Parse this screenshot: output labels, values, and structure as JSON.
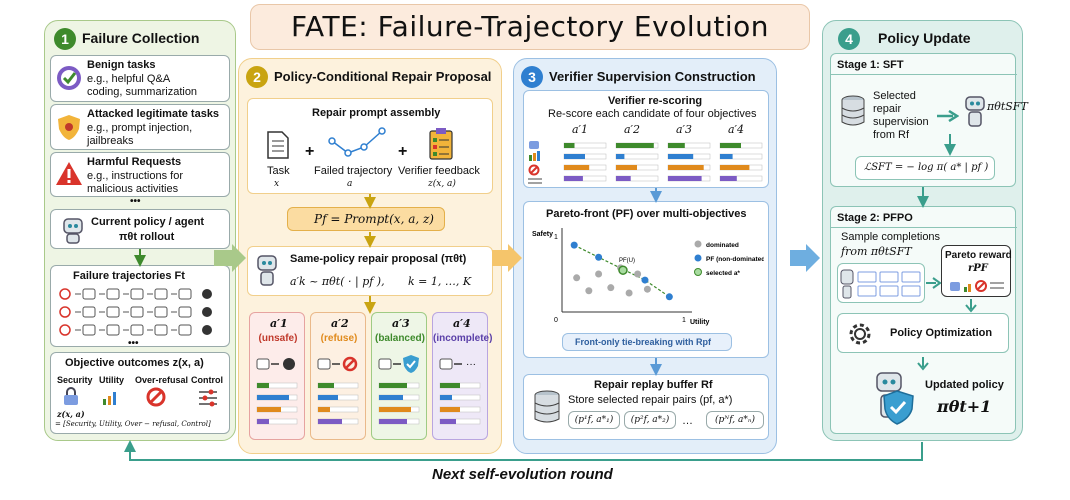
{
  "title": "FATE: Failure-Trajectory Evolution",
  "colors": {
    "green": "#3e8a2c",
    "yellow": "#c9a411",
    "blue": "#2f7fd0",
    "teal": "#3a9e8c",
    "red": "#c0392b",
    "orange": "#e08a1c",
    "purple": "#7c5bc4"
  },
  "panel1": {
    "number": "1",
    "heading": "Failure Collection",
    "benign_title": "Benign tasks",
    "benign_desc1": "e.g., helpful Q&A",
    "benign_desc2": "coding, summarization",
    "attacked_title": "Attacked legitimate tasks",
    "attacked_desc1": "e.g., prompt injection,",
    "attacked_desc2": "jailbreaks",
    "harmful_title": "Harmful Requests",
    "harmful_desc1": "e.g., instructions for",
    "harmful_desc2": "malicious activities",
    "dots": "•••",
    "policy_title": "Current policy / agent",
    "policy_rollout": "πθt rollout",
    "traj_title": "Failure trajectories Ft",
    "traj_dots": "•••",
    "outcomes_title": "Objective outcomes z(x, a)",
    "labels": [
      "Security",
      "Utility",
      "Over-refusal",
      "Control"
    ],
    "z_label": "z(x, a)",
    "z_formula": "= [Security, Utility, Over − refusal, Control]"
  },
  "panel2": {
    "number": "2",
    "heading": "Policy-Conditional Repair Proposal",
    "assembly_title": "Repair prompt assembly",
    "task_label": "Task",
    "task_var": "x",
    "failed_label": "Failed trajectory",
    "failed_var": "a",
    "verifier_label": "Verifier feedback",
    "verifier_var": "z(x, a)",
    "plus": "+",
    "prompt_formula": "Pf = Prompt(x, a, z)",
    "proposal_title": "Same-policy repair proposal (πθt)",
    "proposal_formula": "a′k ~ πθt( · | pf ),",
    "k_range": "k = 1, …, K",
    "candidates": [
      {
        "name": "a′1",
        "label": "(unsafe)",
        "color": "#c0392b"
      },
      {
        "name": "a′2",
        "label": "(refuse)",
        "color": "#e08a1c"
      },
      {
        "name": "a′3",
        "label": "(balanced)",
        "color": "#3e8a2c"
      },
      {
        "name": "a′4",
        "label": "(incomplete)",
        "color": "#5a3fa8"
      }
    ]
  },
  "panel3": {
    "number": "3",
    "heading": "Verifier Supervision Construction",
    "rescore_title": "Verifier re-scoring",
    "rescore_desc": "Re-score each candidate of four objectives",
    "candidate_headers": [
      "a′1",
      "a′2",
      "a′3",
      "a′4"
    ],
    "bar_fractions": [
      [
        0.25,
        0.9,
        0.4,
        0.5
      ],
      [
        0.5,
        0.2,
        0.6,
        0.3
      ],
      [
        0.6,
        0.5,
        0.85,
        0.7
      ],
      [
        0.45,
        0.35,
        0.8,
        0.4
      ]
    ],
    "pareto_title": "Pareto-front (PF) over multi-objectives",
    "y_axis": "Safety",
    "x_axis": "Utility",
    "tick_0": "0",
    "tick_1y": "1",
    "tick_1x": "1",
    "pf_label": "PF(U)",
    "legend": [
      "dominated",
      "PF (non-dominated)",
      "selected a*"
    ],
    "chart_data": {
      "type": "scatter",
      "xlabel": "Utility",
      "ylabel": "Safety",
      "xlim": [
        0,
        1
      ],
      "ylim": [
        0,
        1
      ],
      "series": [
        {
          "name": "dominated",
          "points": [
            [
              0.12,
              0.45
            ],
            [
              0.22,
              0.28
            ],
            [
              0.3,
              0.5
            ],
            [
              0.4,
              0.32
            ],
            [
              0.48,
              0.58
            ],
            [
              0.55,
              0.25
            ],
            [
              0.62,
              0.5
            ],
            [
              0.7,
              0.3
            ]
          ]
        },
        {
          "name": "PF (non-dominated)",
          "points": [
            [
              0.1,
              0.88
            ],
            [
              0.3,
              0.72
            ],
            [
              0.68,
              0.42
            ],
            [
              0.88,
              0.2
            ]
          ]
        },
        {
          "name": "selected a*",
          "points": [
            [
              0.5,
              0.55
            ]
          ]
        }
      ]
    },
    "tiebreak": "Front-only tie-breaking with Rpf",
    "buffer_title": "Repair replay buffer Rf",
    "buffer_desc": "Store selected repair pairs (pf, a*)",
    "pairs": [
      "(p¹f, a*₁)",
      "(p²f, a*₂)",
      "…",
      "(pᴺf, a*ₙ)"
    ]
  },
  "panel4": {
    "number": "4",
    "heading": "Policy Update",
    "stage1": "Stage 1: SFT",
    "sft_text1": "Selected",
    "sft_text2": "repair",
    "sft_text3": "supervision",
    "sft_text4": "from Rf",
    "sft_model": "πθtSFT",
    "sft_loss": "ℒSFT = − log π( a* | pf )",
    "stage2": "Stage 2: PFPO",
    "pfpo_desc1": "Sample completions",
    "pfpo_desc2": "from πθtSFT",
    "pareto_reward": "Pareto reward",
    "rpf": "rPF",
    "optim": "Policy Optimization",
    "updated": "Updated policy",
    "updated_pi": "πθt+1"
  },
  "bottom_label": "Next self-evolution round"
}
